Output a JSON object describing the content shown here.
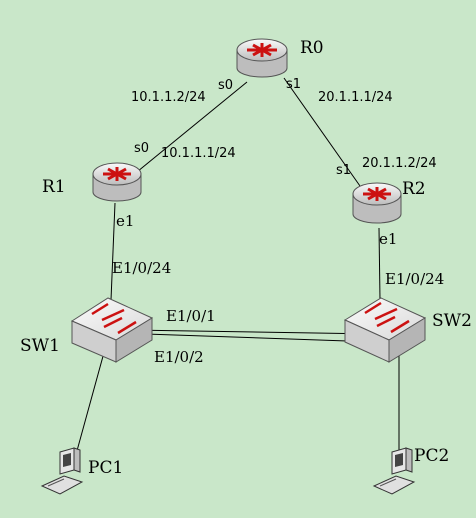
{
  "devices": {
    "r0": {
      "name": "R0"
    },
    "r1": {
      "name": "R1"
    },
    "r2": {
      "name": "R2"
    },
    "sw1": {
      "name": "SW1"
    },
    "sw2": {
      "name": "SW2"
    },
    "pc1": {
      "name": "PC1"
    },
    "pc2": {
      "name": "PC2"
    }
  },
  "labels": {
    "r0_s0_ip": "10.1.1.2/24",
    "r0_s0": "s0",
    "r0_s1": "s1",
    "r0_s1_ip": "20.1.1.1/24",
    "r1_s0": "s0",
    "r1_s0_ip": "10.1.1.1/24",
    "r2_s1": "s1",
    "r2_s1_ip": "20.1.1.2/24",
    "r1_e1": "e1",
    "r2_e1": "e1",
    "sw1_uplink": "E1/0/24",
    "sw2_uplink": "E1/0/24",
    "sw1_e1_0_1": "E1/0/1",
    "sw1_e1_0_2": "E1/0/2"
  },
  "colors": {
    "background": "#c9e7c9",
    "router_body": "#e6e6e6",
    "arrow": "#cc1111"
  }
}
